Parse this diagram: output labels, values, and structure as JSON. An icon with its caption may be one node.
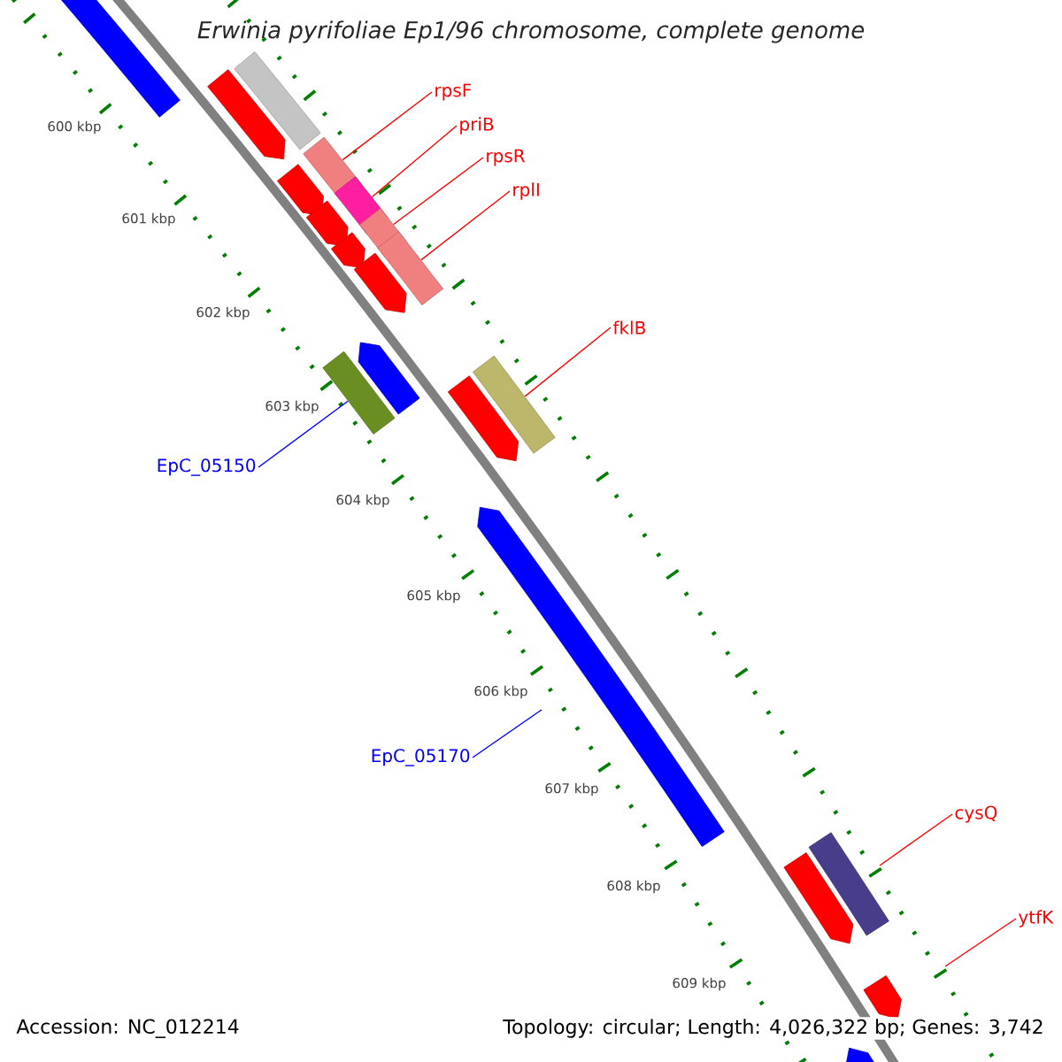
{
  "diagram": {
    "title": "Erwinia pyrifoliae Ep1/96 chromosome, complete genome",
    "nodes": [
      {
        "text": [
          "rpsF"
        ]
      },
      {
        "text": [
          "priB"
        ]
      },
      {
        "text": [
          "rpsR"
        ]
      },
      {
        "text": [
          "rplI"
        ]
      },
      {
        "text": [
          "fklB"
        ]
      },
      {
        "text": [
          "EpC_05150"
        ]
      },
      {
        "text": [
          "EpC_05170"
        ]
      },
      {
        "text": [
          "cysQ"
        ]
      },
      {
        "text": [
          "ytfK"
        ]
      },
      {
        "text": [],
        "shape": "bar"
      },
      {
        "text": [],
        "shape": "bar"
      },
      {
        "text": [],
        "shape": "bar"
      },
      {
        "text": [],
        "shape": "bar"
      },
      {
        "text": [],
        "shape": "bar"
      },
      {
        "text": [],
        "shape": "bar"
      }
    ],
    "edges": [
      {
        "from": 0,
        "to": 9,
        "arrow": "none"
      },
      {
        "from": 1,
        "to": 10,
        "arrow": "none"
      },
      {
        "from": 2,
        "to": 11,
        "arrow": "none"
      },
      {
        "from": 3,
        "to": 12,
        "arrow": "none"
      },
      {
        "from": 4,
        "to": 14,
        "arrow": "none"
      },
      {
        "from": 5,
        "to": 13,
        "arrow": "none",
        "color": "#0000ff"
      },
      {
        "from": 6,
        "to": null,
        "arrow": "none",
        "color": "#0000ff"
      },
      {
        "from": 7,
        "to": null,
        "arrow": "none"
      },
      {
        "from": 8,
        "to": null,
        "arrow": "none"
      }
    ],
    "labels": [
      "600 kbp",
      "601 kbp",
      "602 kbp",
      "603 kbp",
      "604 kbp",
      "605 kbp",
      "606 kbp",
      "607 kbp",
      "608 kbp",
      "609 kbp",
      "Accession: NC_012214",
      "Topology: circular; Length: 4,026,322 bp; Genes: 3,742"
    ]
  }
}
